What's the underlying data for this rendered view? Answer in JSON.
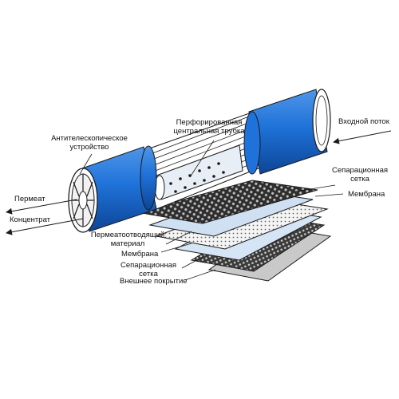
{
  "colors": {
    "blue": "#1f72d9",
    "blue_dark": "#0f4fa8",
    "light_blue": "#cfe0f3",
    "mesh_dark": "#3c3c3c",
    "gray": "#c9c9c9",
    "outline": "#1a1a1a"
  },
  "labels": {
    "anti_telescoping": "Антителескопическое устройство",
    "perforated_tube": "Перфорированная центральная трубка",
    "feed_flow": "Входной поток",
    "separation_mesh_top": "Сепарационная сетка",
    "membrane_top": "Мембрана",
    "permeate": "Пермеат",
    "concentrate": "Концентрат",
    "permeate_carrier": "Пермеатоотводящий материал",
    "membrane_bottom": "Мембрана",
    "separation_mesh_bottom": "Сепарационная сетка",
    "outer_wrap": "Внешнее покрытие"
  }
}
